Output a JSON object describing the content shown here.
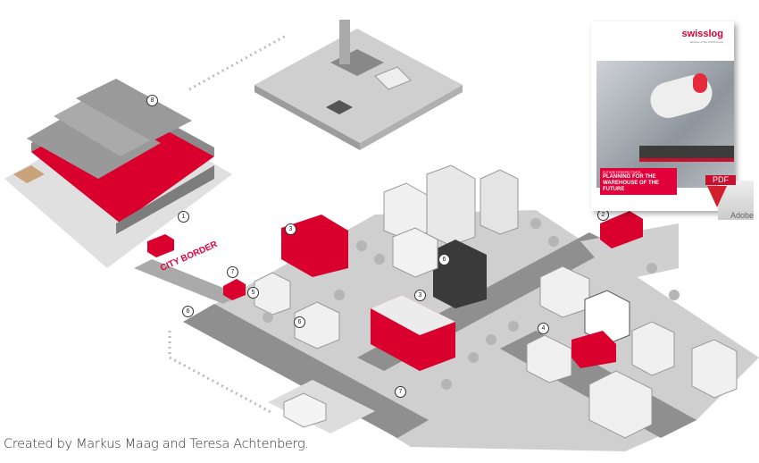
{
  "caption": "Created by Markus Maag and Teresa Achtenberg.",
  "city_border_label": "CITY BORDER",
  "brochure": {
    "brand": "swisslog",
    "brand_sub": "Member of the KUKA Group",
    "kicker": "FUTURE PERSPECTIVES:",
    "title_line1": "PLANNING FOR THE",
    "title_line2": "WAREHOUSE OF THE FUTURE"
  },
  "pdf_badge": {
    "label": "PDF",
    "vendor": "Adobe",
    "icon": "pdf-download-icon"
  },
  "markers": [
    "8",
    "1",
    "3",
    "7",
    "5",
    "6",
    "6",
    "6",
    "3",
    "2",
    "4",
    "7"
  ],
  "colors": {
    "accent": "#e2003a",
    "ground": "#c8c8c8",
    "road": "#8f8f8f"
  }
}
